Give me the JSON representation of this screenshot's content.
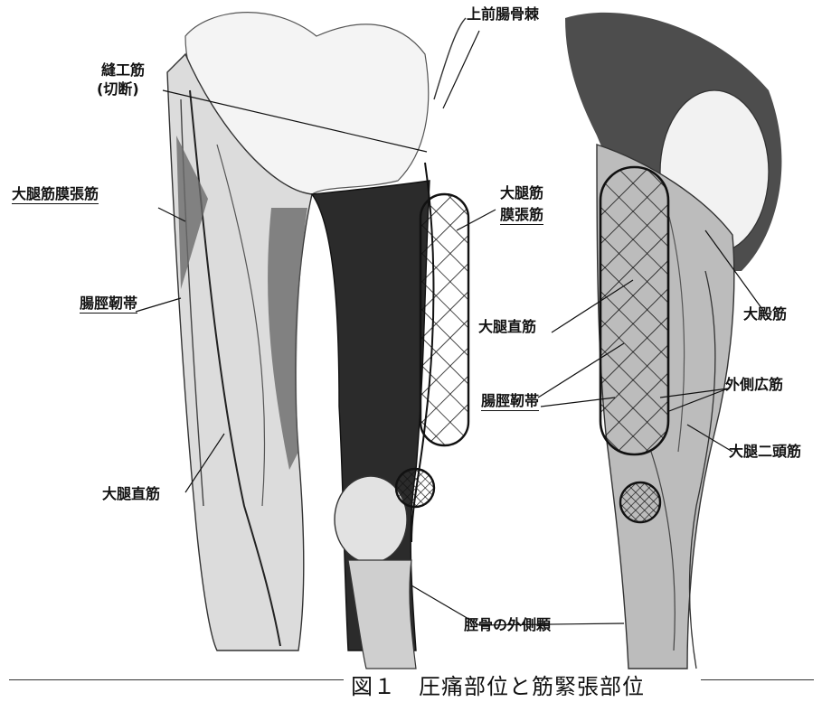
{
  "labels": {
    "sartorius": "縫工筋",
    "sartorius_cut": "(切断)",
    "asis": "上前腸骨棘",
    "tfl_left": "大腿筋膜張筋",
    "itb_left": "腸脛靭帯",
    "rectus_left": "大腿直筋",
    "tfl_mid_1": "大腿筋",
    "tfl_mid_2": "膜張筋",
    "rectus_mid": "大腿直筋",
    "itb_mid": "腸脛靭帯",
    "fibula_head": "脛骨の外側顆",
    "gluteus_max": "大殿筋",
    "vastus_lat": "外側広筋",
    "biceps_fem": "大腿二頭筋"
  },
  "caption": "図１　圧痛部位と筋緊張部位",
  "colors": {
    "ink": "#111111",
    "shade": "#3a3a3a",
    "paper": "#ffffff"
  }
}
